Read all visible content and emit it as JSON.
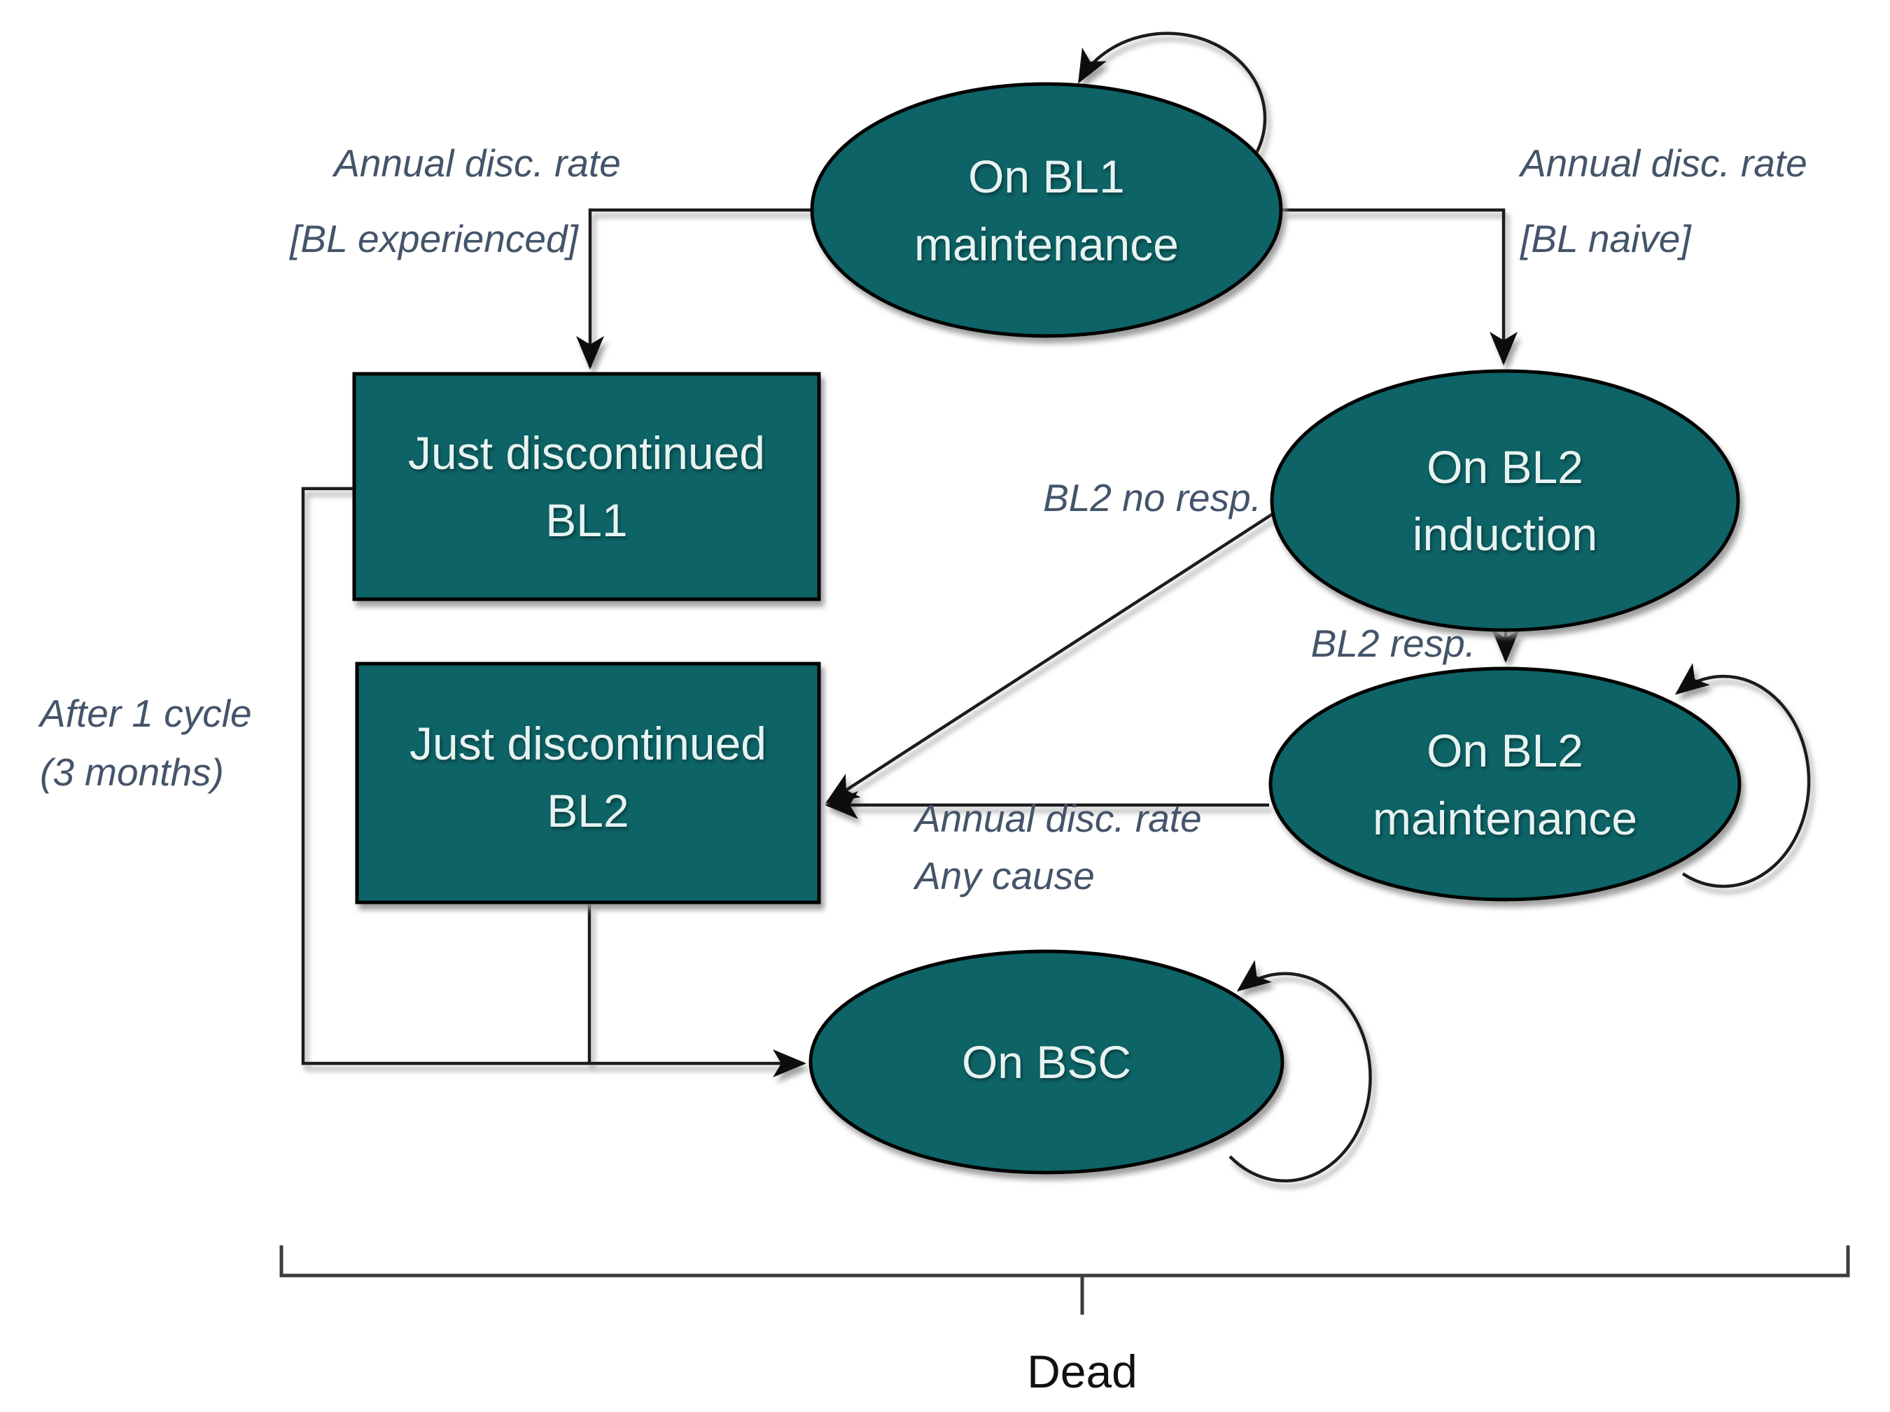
{
  "diagram": {
    "colors": {
      "node_fill": "#0c6466",
      "node_text": "#e7f3f1",
      "label_text": "#44546a",
      "line": "#1f1f1f",
      "bracket": "#3d3d3d",
      "dead_text": "#111111"
    },
    "nodes": {
      "on_bl1_maintenance": {
        "line1": "On BL1",
        "line2": "maintenance"
      },
      "just_discontinued_bl1": {
        "line1": "Just discontinued",
        "line2": "BL1"
      },
      "on_bl2_induction": {
        "line1": "On BL2",
        "line2": "induction"
      },
      "on_bl2_maintenance": {
        "line1": "On BL2",
        "line2": "maintenance"
      },
      "just_discontinued_bl2": {
        "line1": "Just discontinued",
        "line2": "BL2"
      },
      "on_bsc": {
        "label": "On BSC"
      }
    },
    "edge_labels": {
      "annual_disc_rate_bl_experienced": {
        "line1": "Annual disc. rate",
        "line2": "[BL experienced]"
      },
      "annual_disc_rate_bl_naive": {
        "line1": "Annual disc. rate",
        "line2": "[BL naive]"
      },
      "bl2_no_resp": "BL2 no resp.",
      "bl2_resp": "BL2 resp.",
      "annual_disc_rate_any_cause": {
        "line1": "Annual disc. rate",
        "line2": "Any cause"
      },
      "after_1_cycle": {
        "line1": "After 1 cycle",
        "line2": "(3 months)"
      },
      "dead": "Dead"
    }
  }
}
